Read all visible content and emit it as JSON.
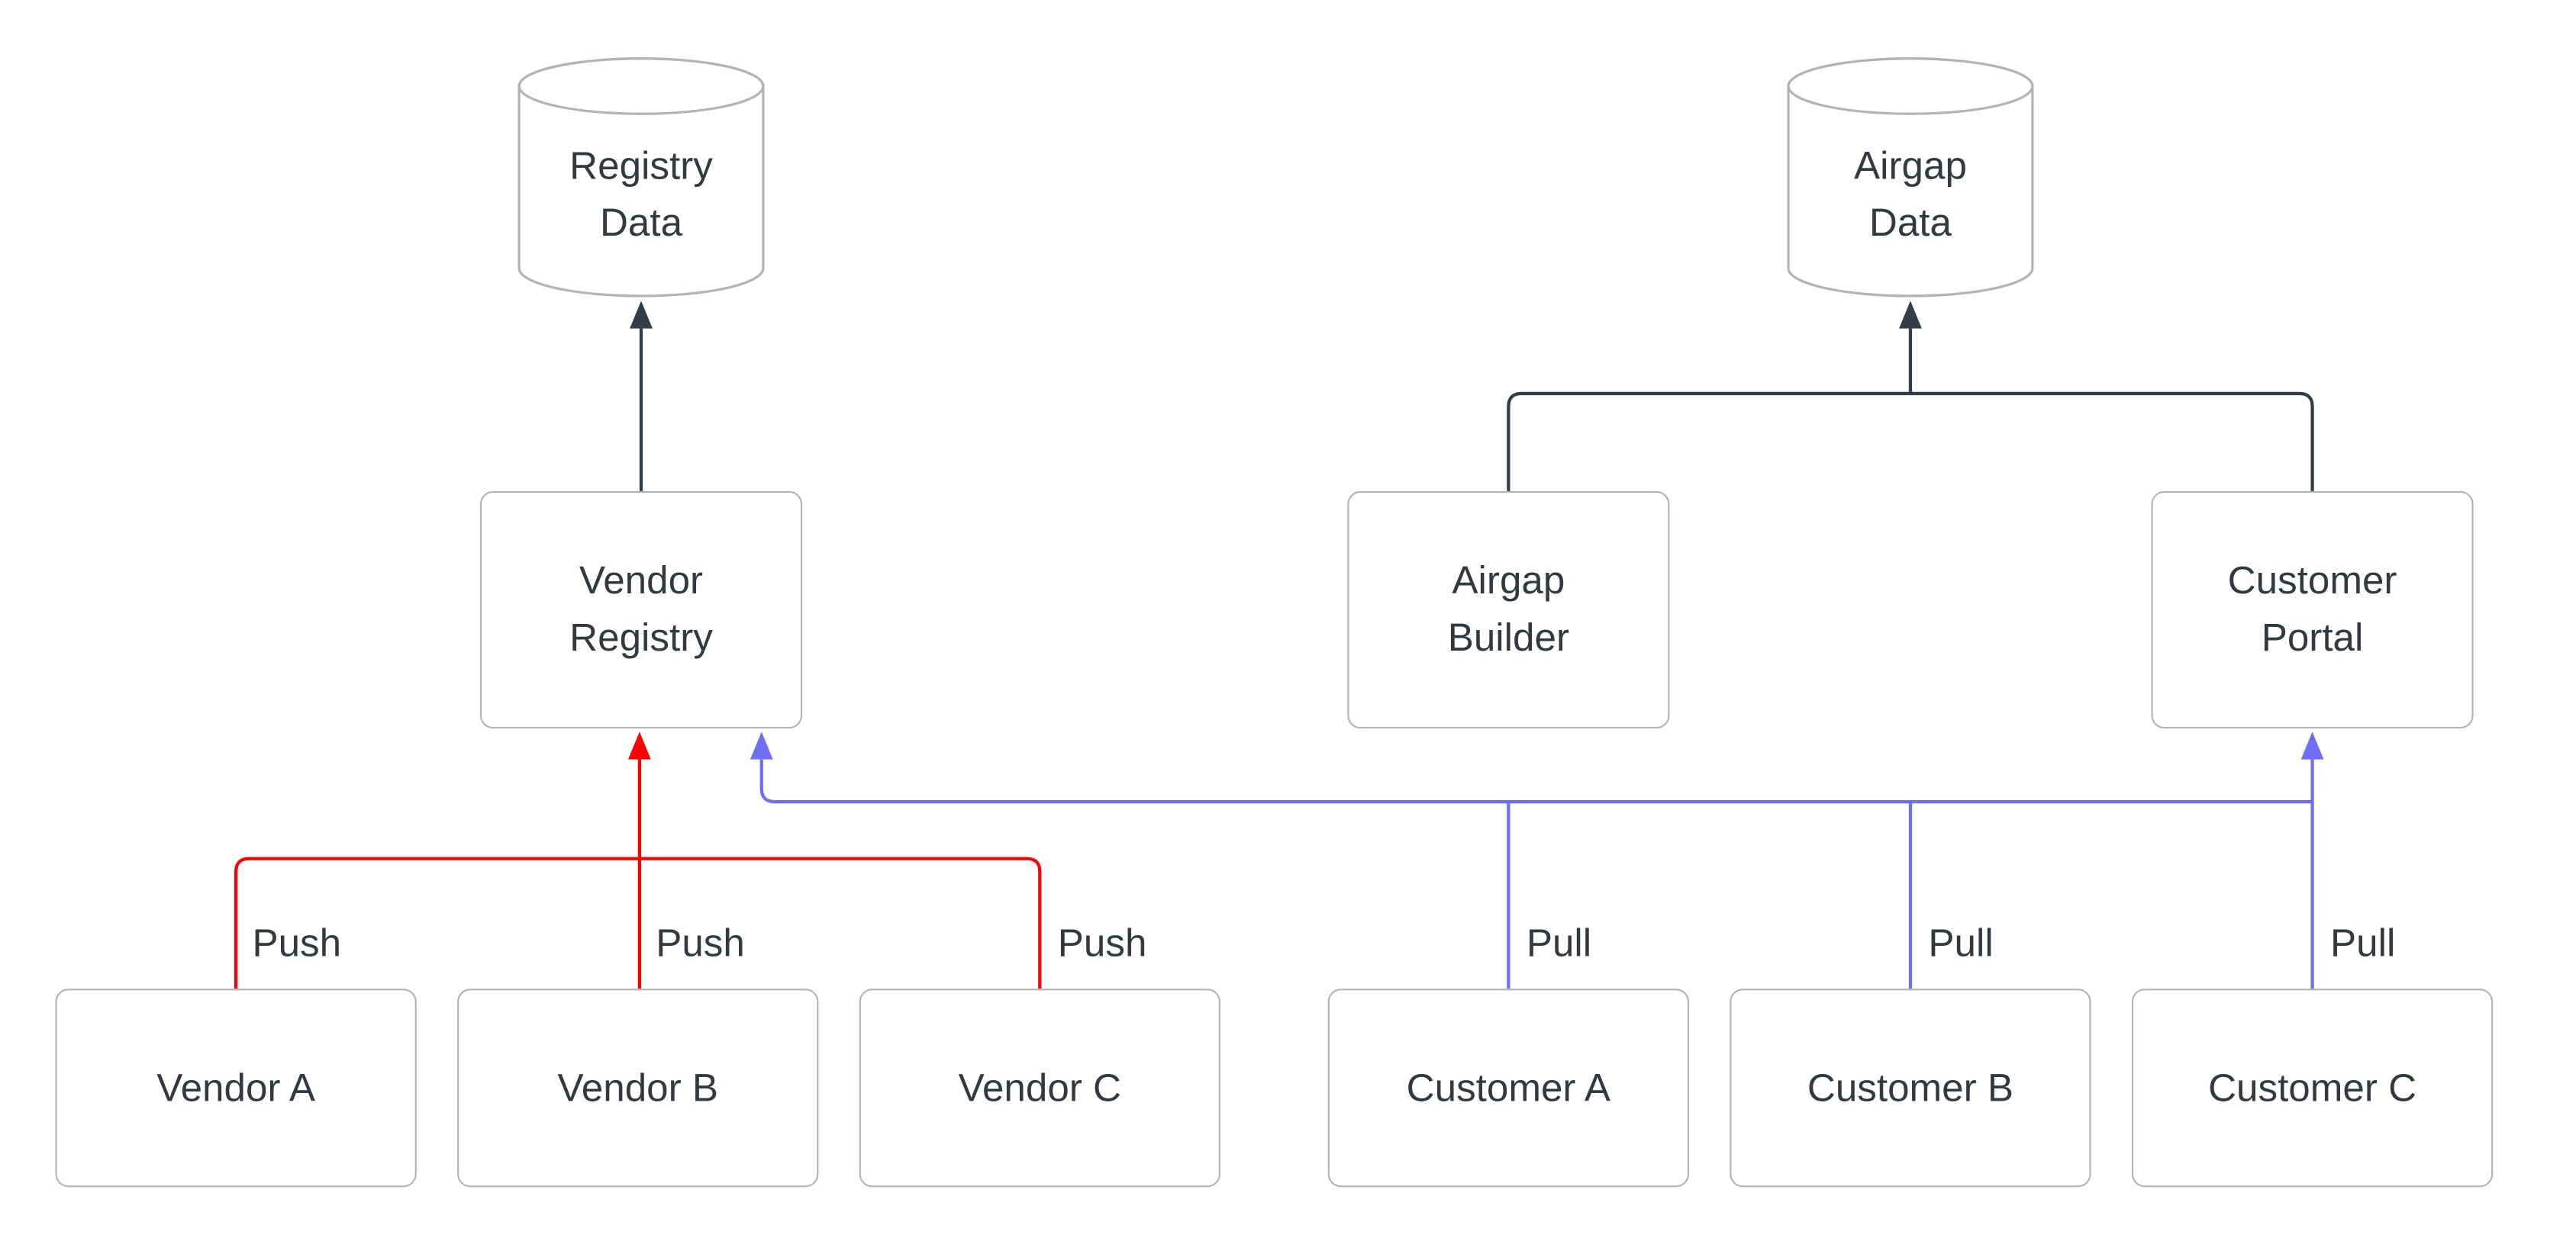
{
  "colors": {
    "push_edge": "#ff0000",
    "pull_edge": "#6e6ef7",
    "flow_edge": "#333d47",
    "node_border": "#b3b3b3",
    "text": "#333940",
    "background": "#ffffff"
  },
  "nodes": {
    "registry_data": {
      "label": "Registry\nData",
      "shape": "cylinder"
    },
    "airgap_data": {
      "label": "Airgap\nData",
      "shape": "cylinder"
    },
    "vendor_registry": {
      "label": "Vendor\nRegistry",
      "shape": "rectangle"
    },
    "airgap_builder": {
      "label": "Airgap\nBuilder",
      "shape": "rectangle"
    },
    "customer_portal": {
      "label": "Customer\nPortal",
      "shape": "rectangle"
    },
    "vendor_a": {
      "label": "Vendor A",
      "shape": "rectangle"
    },
    "vendor_b": {
      "label": "Vendor B",
      "shape": "rectangle"
    },
    "vendor_c": {
      "label": "Vendor C",
      "shape": "rectangle"
    },
    "customer_a": {
      "label": "Customer A",
      "shape": "rectangle"
    },
    "customer_b": {
      "label": "Customer B",
      "shape": "rectangle"
    },
    "customer_c": {
      "label": "Customer C",
      "shape": "rectangle"
    }
  },
  "edges": {
    "push_vendor_a": {
      "label": "Push"
    },
    "push_vendor_b": {
      "label": "Push"
    },
    "push_vendor_c": {
      "label": "Push"
    },
    "pull_customer_a": {
      "label": "Pull"
    },
    "pull_customer_b": {
      "label": "Pull"
    },
    "pull_customer_c": {
      "label": "Pull"
    }
  }
}
